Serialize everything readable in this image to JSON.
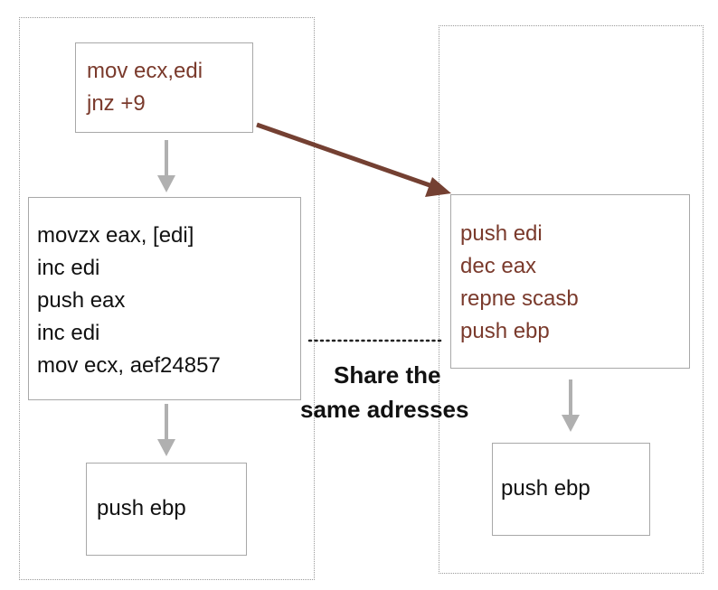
{
  "left_group": {
    "box1": {
      "lines": [
        "mov ecx,edi",
        "jnz +9"
      ],
      "text_color": "#7a3a2c"
    },
    "box2": {
      "lines": [
        "movzx eax, [edi]",
        "inc edi",
        "push eax",
        "inc edi",
        "mov ecx, aef24857"
      ],
      "text_color": "#111111"
    },
    "box3": {
      "lines": [
        "push ebp"
      ],
      "text_color": "#111111"
    }
  },
  "right_group": {
    "box1": {
      "lines": [
        "push edi",
        "dec eax",
        "repne scasb",
        "push ebp"
      ],
      "text_color": "#7a3a2c"
    },
    "box2": {
      "lines": [
        "push ebp"
      ],
      "text_color": "#111111"
    }
  },
  "annotation": {
    "line1": "Share the",
    "line2": "same adresses"
  },
  "colors": {
    "jump_arrow": "#744032",
    "flow_arrow": "#b0b0b0",
    "box_border": "#a8a8a8",
    "group_border": "#9a9a9a"
  }
}
